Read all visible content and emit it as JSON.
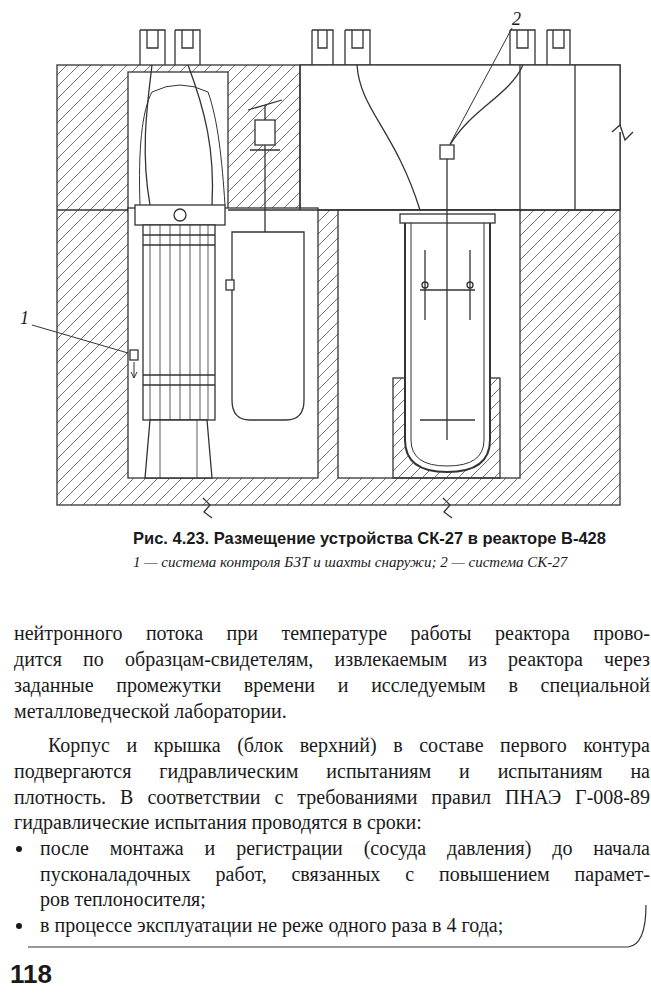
{
  "diagram": {
    "caption": "Рис. 4.23. Размещение устройства СК-27 в реакторе В-428",
    "labels": [
      "1",
      "2",
      "1 — система контроля БЗТ и шахты снаружи; 2 — система СК-27",
      "нейтронного потока при температуре работы реактора прово-",
      "дится по образцам-свидетелям, извлекаемым из реактора через",
      "заданные промежутки времени и исследуемым в специальной",
      "металловедческой лаборатории.",
      "Корпус и крышка (блок верхний) в составе первого контура",
      "подвергаются гидравлическим испытаниям и испытаниям на",
      "плотность. В соответствии с требованиями правил ПНАЭ Г-008-89",
      "гидравлические испытания проводятся в сроки:",
      "после монтажа и регистрации (сосуда давления) до начала",
      "пусконаладочных работ, связанных с повышением парамет-",
      "ров теплоносителя;",
      "в процессе эксплуатации не реже одного раза в 4 года;",
      "118"
    ]
  }
}
